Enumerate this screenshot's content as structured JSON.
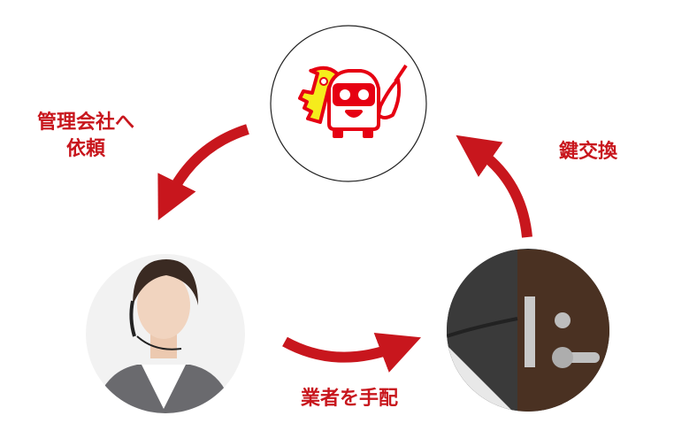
{
  "steps": {
    "request_management": {
      "line1": "管理会社へ",
      "line2": "依頼"
    },
    "arrange_contractor": "業者を手配",
    "key_exchange": "鍵交換"
  },
  "colors": {
    "accent": "#c8161d",
    "key_yellow": "#f5ec1c",
    "door_brown": "#4a3122"
  }
}
